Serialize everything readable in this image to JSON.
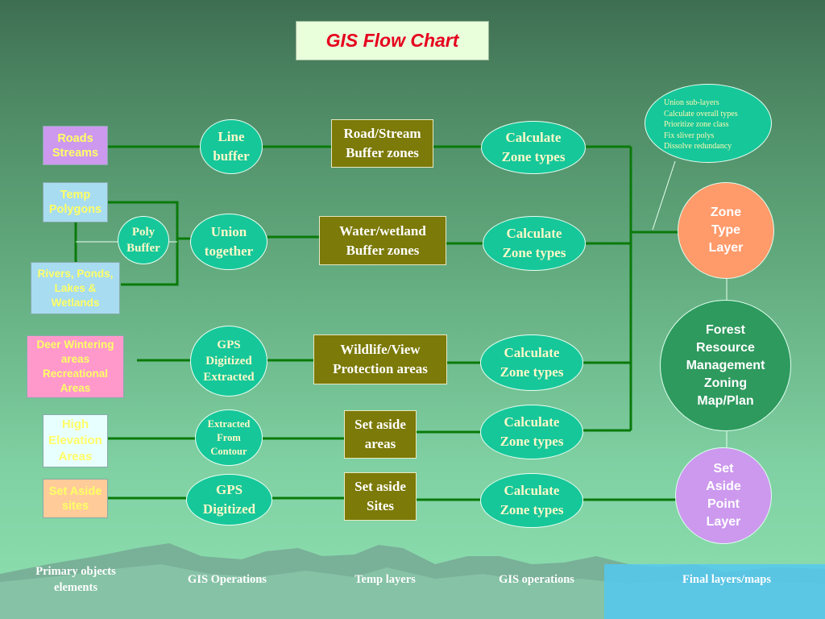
{
  "title": "GIS Flow Chart",
  "primary": {
    "roads": "Roads\nStreams",
    "temp": "Temp\nPolygons",
    "rivers": "Rivers, Ponds,\nLakes &\nWetlands",
    "deer": "Deer Wintering\nareas\nRecreational\nAreas",
    "high": "High\nElevation\nAreas",
    "setaside": "Set Aside\nsites"
  },
  "operations": {
    "poly_buffer": "Poly\nBuffer",
    "line_buffer": "Line\nbuffer",
    "union_together": "Union\ntogether",
    "gps_digitized_extracted": "GPS\nDigitized\nExtracted",
    "extracted_from_contour": "Extracted\nFrom\nContour",
    "gps_digitized": "GPS\nDigitized"
  },
  "temp_layers": {
    "road_stream": "Road/Stream\nBuffer zones",
    "water_wetland": "Water/wetland\nBuffer zones",
    "wildlife_view": "Wildlife/View\nProtection areas",
    "set_aside_areas": "Set aside\nareas",
    "set_aside_sites": "Set aside\nSites"
  },
  "calculate_label": "Calculate\nZone types",
  "note": {
    "lines": [
      "Union sub-layers",
      "Calculate overall types",
      "Prioritize zone class",
      "Fix sliver polys",
      "Dissolve redundancy"
    ]
  },
  "final": {
    "zone_type": "Zone\nType\nLayer",
    "forest": "Forest\nResource\nManagement\nZoning\nMap/Plan",
    "set_aside_point": "Set\nAside\nPoint\nLayer"
  },
  "footer": {
    "primary": "Primary objects\nelements",
    "gis_ops": "GIS Operations",
    "temp": "Temp layers",
    "gis_ops2": "GIS operations",
    "final": "Final layers/maps"
  },
  "colors": {
    "line": "#0a7a0a",
    "oval": "#16c79a",
    "olive": "#7c7a08",
    "zone_type": "#ff9a6a",
    "forest": "#2e9a5e",
    "set_aside_point": "#cc99ee"
  }
}
